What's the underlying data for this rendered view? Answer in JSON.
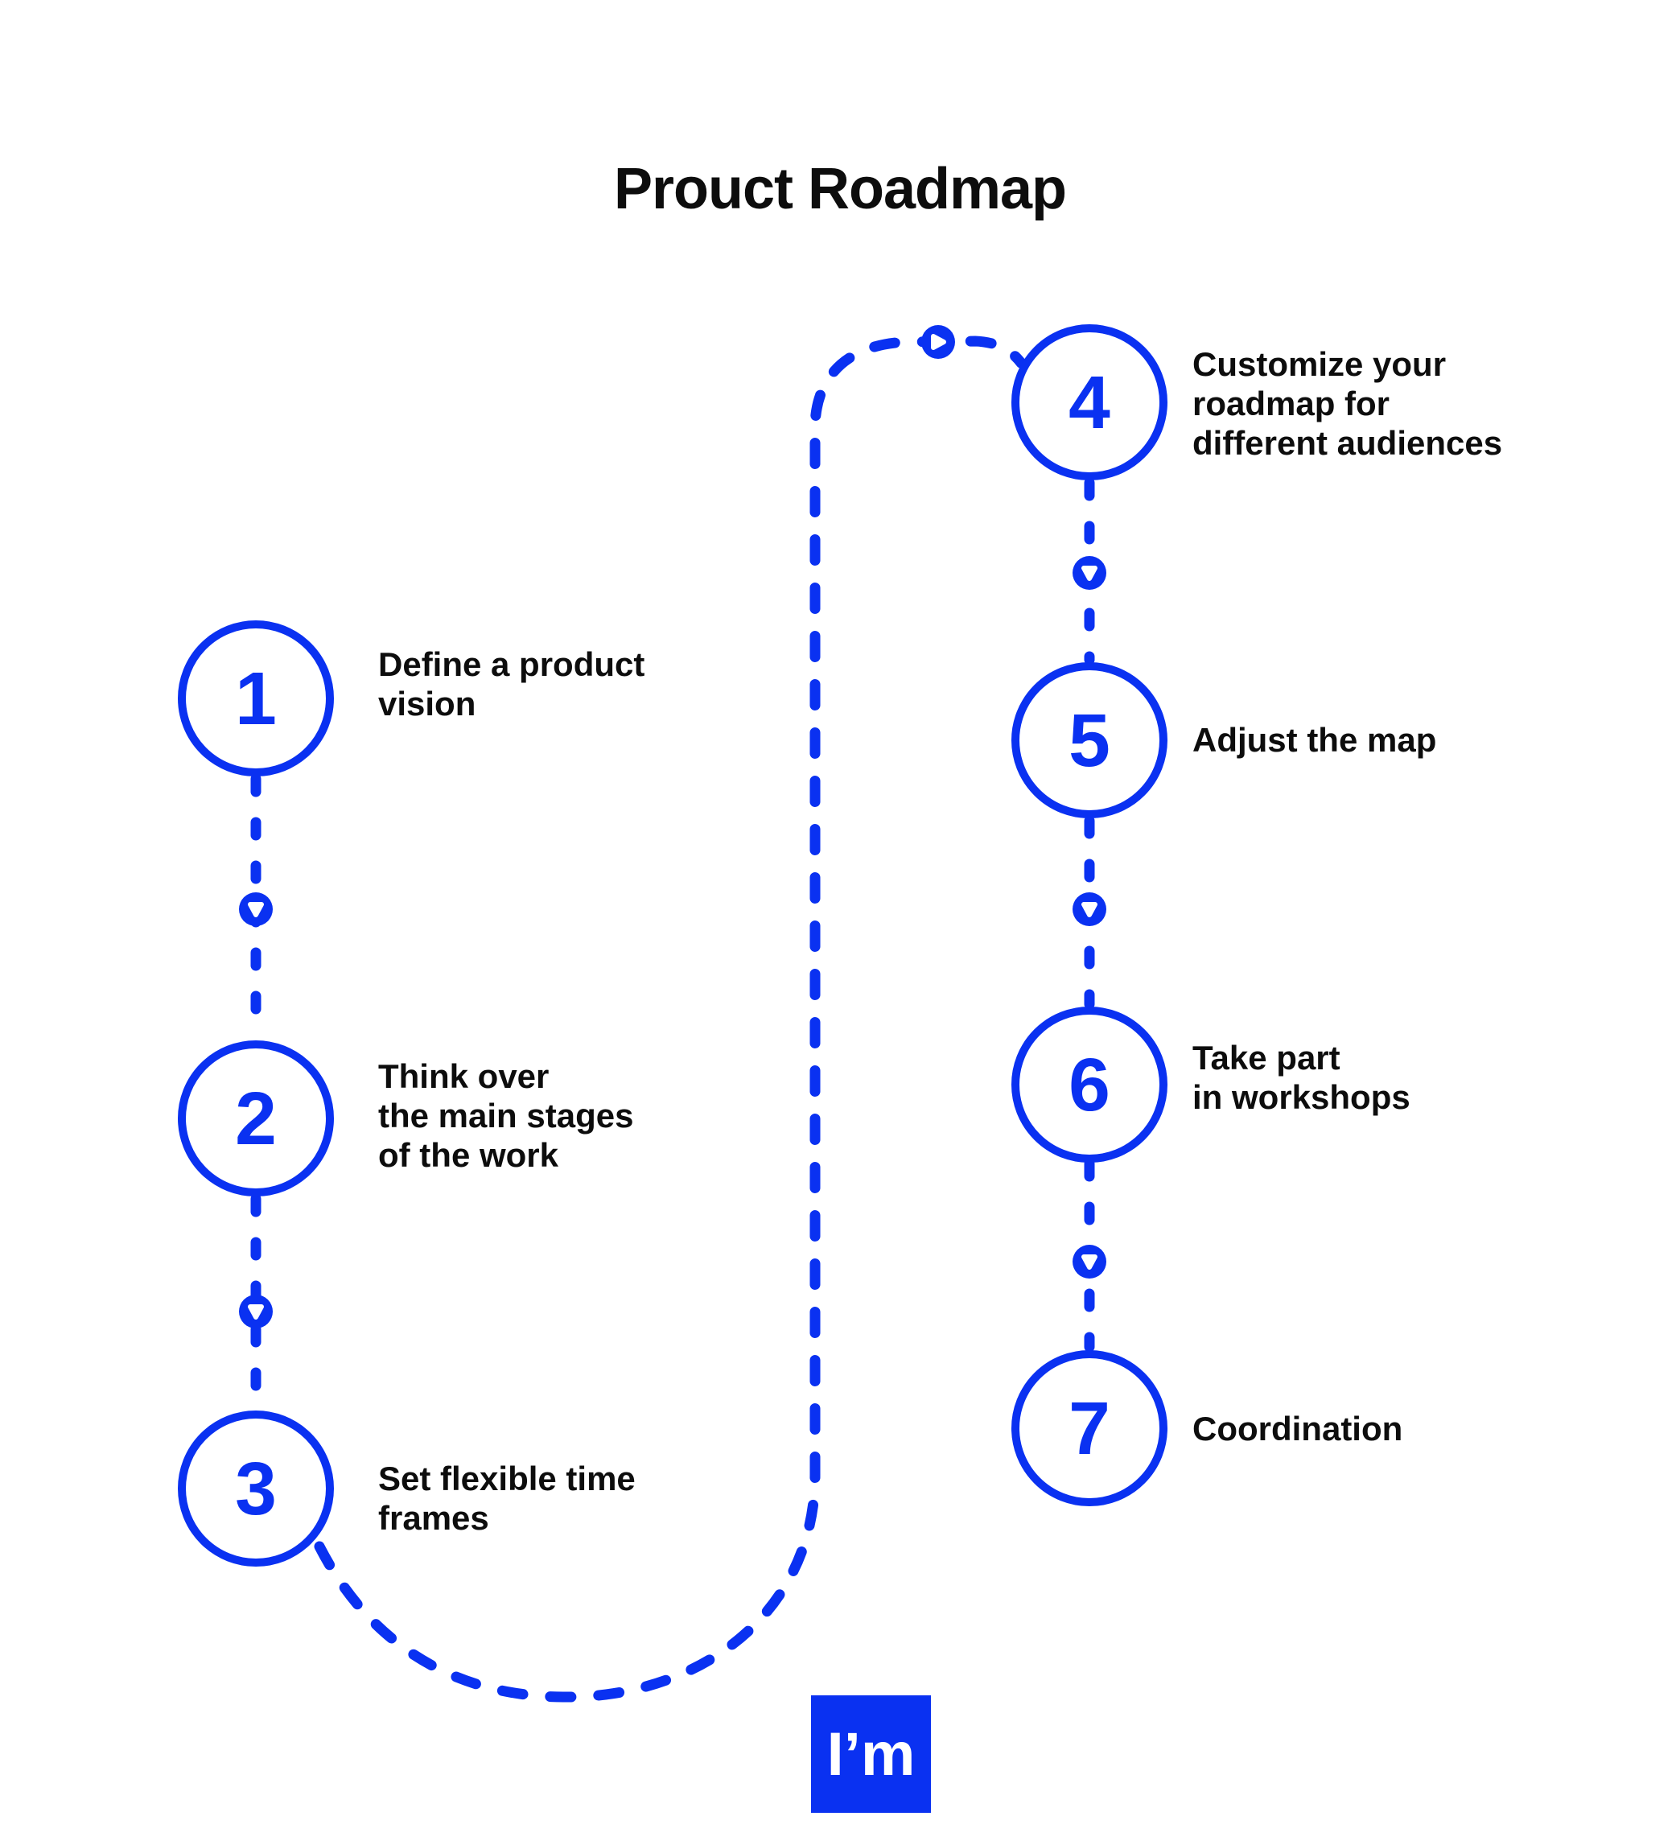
{
  "title": "Prouct Roadmap",
  "colors": {
    "accent": "#0a31f1",
    "text": "#0d0d0d",
    "background": "#ffffff",
    "logo_text": "#ffffff"
  },
  "steps": [
    {
      "number": "1",
      "lines": [
        "Define a product",
        "vision"
      ]
    },
    {
      "number": "2",
      "lines": [
        "Think over",
        "the main stages",
        "of the work"
      ]
    },
    {
      "number": "3",
      "lines": [
        "Set flexible time",
        "frames"
      ]
    },
    {
      "number": "4",
      "lines": [
        "Customize your",
        "roadmap for",
        "different audiences"
      ]
    },
    {
      "number": "5",
      "lines": [
        "Adjust the map"
      ]
    },
    {
      "number": "6",
      "lines": [
        "Take part",
        "in workshops"
      ]
    },
    {
      "number": "7",
      "lines": [
        "Coordination"
      ]
    }
  ],
  "icons": {
    "arrow_down_icon": "▼",
    "arrow_right_icon": "▶"
  },
  "logo": {
    "text": "I’m"
  }
}
